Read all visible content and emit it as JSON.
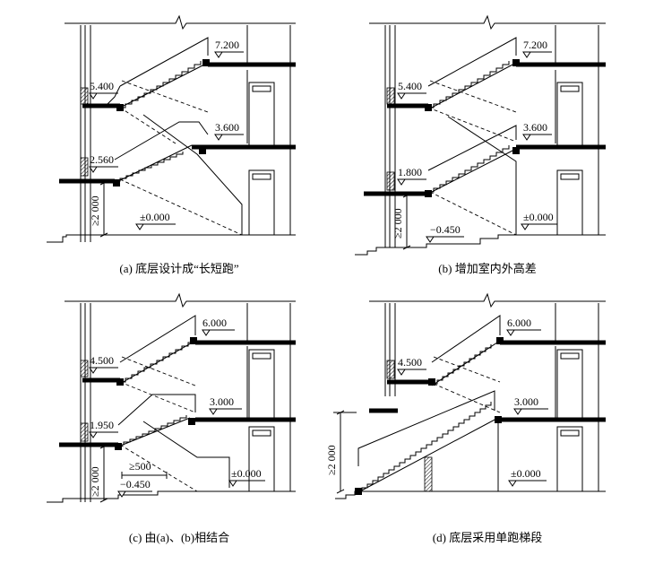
{
  "panels": [
    {
      "id": "a",
      "caption": "(a) 底层设计成“长短跑”",
      "levels": [
        "7.200",
        "5.400",
        "3.600",
        "2.560",
        "±0.000"
      ],
      "dimension": "≥2 000"
    },
    {
      "id": "b",
      "caption": "(b) 增加室内外高差",
      "levels": [
        "7.200",
        "5.400",
        "3.600",
        "1.800",
        "±0.000",
        "−0.450"
      ],
      "dimension": "≥2 000"
    },
    {
      "id": "c",
      "caption": "(c) 由(a)、(b)相结合",
      "levels": [
        "6.000",
        "4.500",
        "3.000",
        "1.950",
        "±0.000",
        "−0.450"
      ],
      "dimension": "≥2 000",
      "step_width": "≥500"
    },
    {
      "id": "d",
      "caption": "(d) 底层采用单跑梯段",
      "levels": [
        "6.000",
        "4.500",
        "3.000",
        "±0.000"
      ],
      "dimension": "≥2 000"
    }
  ]
}
